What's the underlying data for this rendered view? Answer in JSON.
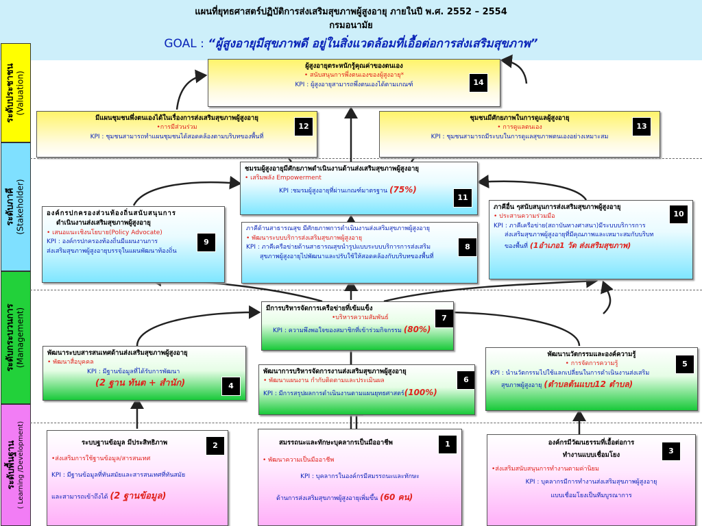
{
  "header": {
    "title_line1": "แผนที่ยุทธศาสตร์ปฏิบัติการส่งเสริมสุขภาพผู้สูงอายุ  ภายในปี พ.ศ. 2552 – 2554",
    "title_line2": "กรมอนามัย",
    "goal_prefix": "GOAL : ",
    "goal_text": "“ผู้สูงอายุมีสุขภาพดี  อยู่ในสิ่งแวดล้อมที่เอื้อต่อการส่งเสริมสุขภาพ”"
  },
  "levels": [
    {
      "th": "ระดับประชาชน",
      "en": "(Valuation)",
      "color": "#ffff00"
    },
    {
      "th": "ระดับภาคี",
      "en": "(Stakeholder)",
      "color": "#7fe0ff"
    },
    {
      "th": "ระดับกระบวนการ",
      "en": "(Management)",
      "color": "#22d13a"
    },
    {
      "th": "ระดับพื้นฐาน",
      "en": "( Learning /Development)",
      "color": "#f27df5"
    }
  ],
  "boxes": {
    "b14": {
      "num": "14",
      "title": "ผู้สูงอายุตระหนักรู้คุณค่าของตนเอง",
      "point": "•  สนับสนุนการพึ่งตนเองของผู้สูงอายุ*",
      "kpi": "KPI : ผู้สูงอายุสามารถพึ่งตนเองได้ตามเกณฑ์"
    },
    "b12": {
      "num": "12",
      "title": "มีแผนชุมชนพึ่งตนเองได้ในเรื่องการส่งเสริมสุขภาพผู้สูงอายุ",
      "point": "•การมีส่วนร่วม",
      "kpi": "KPI : ชุมชนสามารถทำแผนชุมชนได้สอดคล้องตามบริบทของพื้นที่"
    },
    "b13": {
      "num": "13",
      "title": "ชุมชนมีศักยภาพในการดูแลผู้สูงอายุ",
      "point": "•  การดูแลตนเอง",
      "kpi": "KPI : ชุมชนสามารถมีระบบในการดูแลสุขภาพตนเองอย่างเหมาะสม"
    },
    "b11": {
      "num": "11",
      "title": "ชมรมผู้สูงอายุมีศักยภาพดำเนินงานด้านส่งเสริมสุขภาพผู้สูงอายุ",
      "point": "•  เสริมพลัง Empowerment",
      "kpi": "KPI :ชมรมผู้สูงอายุที่ผ่านเกณฑ์มาตรฐาน",
      "kpi_em": "(75%)"
    },
    "b9": {
      "num": "9",
      "title1": "องค์กรปกครองส่วนท้องถิ่นสนับสนุนการ",
      "title2": "ดำเนินงานส่งเสริมสุขภาพผู้สูงอายุ",
      "point": "•  เสนอแนะเชิงนโยบาย(Policy Advocate)",
      "kpi1": "KPI : องค์กรปกครองท้องถิ่นมีแผนงานการ",
      "kpi2": "ส่งเสริมสุขภาพผู้สูงอายุบรรจุในแผนพัฒนาท้องถิ่น"
    },
    "b8": {
      "num": "8",
      "title": "ภาคีด้านสาธารณสุข มีศักยภาพการดำเนินงานส่งเสริมสุขภาพผู้สูงอายุ",
      "point": "•  พัฒนาระบบบริการส่งเสริมสุขภาพผู้สูงอายุ",
      "kpi1": "KPI :  ภาคีเครือข่ายด้านสาธารณสุขนำรูปแบบระบบบริการการส่งเสริม",
      "kpi2": "สุขภาพผู้สูงอายุไปพัฒนาและปรับใช้ให้สอดคล้องกับบริบทของพื้นที่"
    },
    "b10": {
      "num": "10",
      "title": "ภาคีอื่น ๆสนับสนุนการส่งเสริมสุขภาพผู้สูงอายุ",
      "point": "•  ประสานความร่วมมือ",
      "kpi1": "KPI  :  ภาคีเครือข่าย(สถาบันทางศาสนา)มีระบบบริการการ",
      "kpi2": "ส่งเสริมสุขภาพผู้สูงอายุที่มีคุณภาพและเหมาะสมกับบริบท",
      "kpi3": "ของพื้นที่",
      "kpi_em": "(1อำเภอ1 วัด ส่งเสริมสุขภาพ)"
    },
    "b7": {
      "num": "7",
      "title": "มีการบริหารจัดการเครือข่ายที่เข้มแข็ง",
      "point": "•บริหารความสัมพันธ์",
      "kpi": "KPI : ความพึงพอใจของสมาชิกที่เข้าร่วมกิจกรรม",
      "kpi_em": "(80%)"
    },
    "b4": {
      "num": "4",
      "title": "พัฒนาระบบสารสนเทศด้านส่งเสริมสุขภาพผู้สูงอายุ",
      "point": "•  พัฒนาสื่อบุคคล",
      "kpi": "KPI :  มีฐานข้อมูลที่ได้รับการพัฒนา",
      "kpi_em": "(2 ฐาน  ทันต + สำนัก)"
    },
    "b6": {
      "num": "6",
      "title": "พัฒนาการบริหารจัดการงานส่งเสริมสุขภาพผู้สูงอายุ",
      "point": "•  พัฒนาแผนงาน กำกับติดตามและประเมินผล",
      "kpi": "KPI : มีการสรุปผลการดำเนินงานตามแผนยุทธศาสตร์",
      "kpi_em": "(100%)"
    },
    "b5": {
      "num": "5",
      "title": "พัฒนานวัตกรรมและองค์ความรู้",
      "point": "•  การจัดการความรู้",
      "kpi1": "KPI : นำนวัตกรรมไปใช้แลกเปลี่ยนในการดำเนินงานส่งเสริม",
      "kpi2": "สุขภาพผู้สูงอายุ",
      "kpi_em": "(ตำบลต้นแบบ12  ตำบล)"
    },
    "b2": {
      "num": "2",
      "title": "ระบบฐานข้อมูล มีประสิทธิภาพ",
      "point": "•ส่งเสริมการใช้ฐานข้อมูล/สารสนเทศ",
      "kpi1": "KPI : มีฐานข้อมูลที่ทันสมัยและสารสนเทศที่ทันสมัย",
      "kpi2": "และสามารถเข้าถึงได้",
      "kpi_em": "(2 ฐานข้อมูล)"
    },
    "b1": {
      "num": "1",
      "title": "สมรรถนะและทักษะบุคลากรเป็นมืออาชีพ",
      "point": "•  พัฒนาความเป็นมืออาชีพ",
      "kpi1": "KPI : บุคลากรในองค์กรมีสมรรถนะและทักษะ",
      "kpi2": "ด้านการส่งเสริมสุขภาพผู้สูงอายุเพิ่มขึ้น",
      "kpi_em": "(60 คน)"
    },
    "b3": {
      "num": "3",
      "title1": "องค์กรมีวัฒนธรรมที่เอื้อต่อการ",
      "title2": "ทำงานแบบเชื่อมโยง",
      "point": "•ส่งเสริมสนับสนุนการทำงานตามค่านิยม",
      "kpi1": "KPI : บุคลากรมีการทำงานส่งเสริมสุขภาพผู้สูงอายุ",
      "kpi2": "แบบเชื่อมโยงเป็นทีมบูรณาการ"
    }
  },
  "colors": {
    "kpi": "#0a24b8",
    "point": "#e0211b",
    "arrow": "#222222"
  }
}
